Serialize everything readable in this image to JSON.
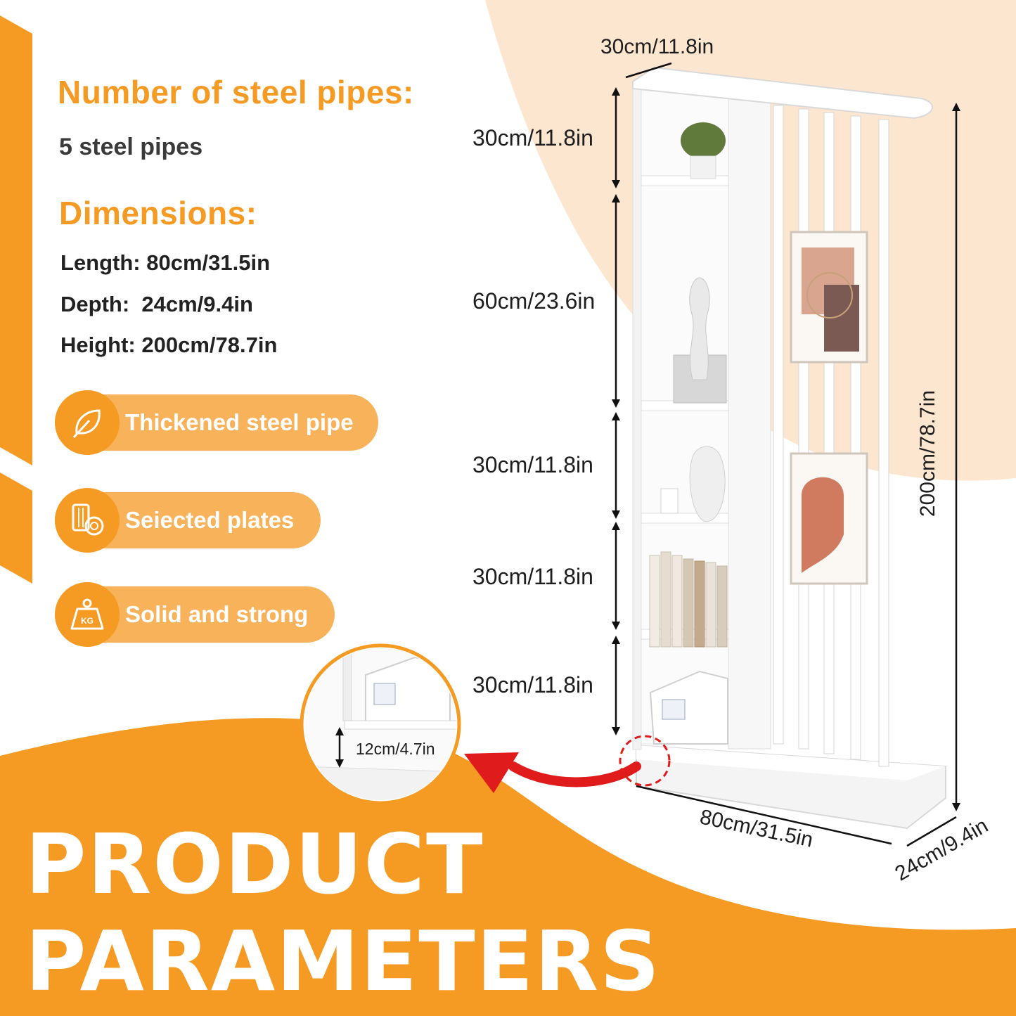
{
  "steel": {
    "heading": "Number of steel pipes:",
    "value": "5 steel pipes"
  },
  "dimensions": {
    "heading": "Dimensions:",
    "length": "Length: 80cm/31.5in",
    "depth": "Depth:  24cm/9.4in",
    "height": "Height: 200cm/78.7in"
  },
  "features": [
    {
      "label": "Thickened steel pipe",
      "icon": "leaf-icon"
    },
    {
      "label": "Seiected plates",
      "icon": "plates-icon"
    },
    {
      "label": "Solid and strong",
      "icon": "kg-weight-icon"
    }
  ],
  "measurements": {
    "top_width": "30cm/11.8in",
    "shelf_1": "30cm/11.8in",
    "shelf_2": "60cm/23.6in",
    "shelf_3": "30cm/11.8in",
    "shelf_4": "30cm/11.8in",
    "shelf_5": "30cm/11.8in",
    "total_height": "200cm/78.7in",
    "length": "80cm/31.5in",
    "depth": "24cm/9.4in",
    "base_height": "12cm/4.7in"
  },
  "icon_text": {
    "kg": "KG"
  },
  "title": {
    "line1": "PRODUCT",
    "line2": "PARAMETERS"
  },
  "colors": {
    "accent": "#f59a23",
    "accent_light": "#f8b25a",
    "peach_bg": "#fde6cf",
    "arrow_red": "#e01b1b"
  }
}
